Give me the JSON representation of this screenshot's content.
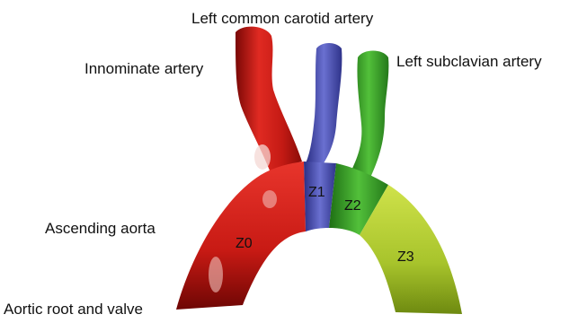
{
  "labels": {
    "left_common_carotid": "Left common carotid artery",
    "innominate": "Innominate artery",
    "left_subclavian": "Left subclavian artery",
    "ascending_aorta": "Ascending aorta",
    "aortic_root": "Aortic root and valve"
  },
  "zones": {
    "z0": "Z0",
    "z1": "Z1",
    "z2": "Z2",
    "z3": "Z3"
  },
  "colors": {
    "zone0": "#d8211c",
    "zone1": "#4a4fb5",
    "zone2": "#3aa52a",
    "zone3": "#b8d43a"
  }
}
